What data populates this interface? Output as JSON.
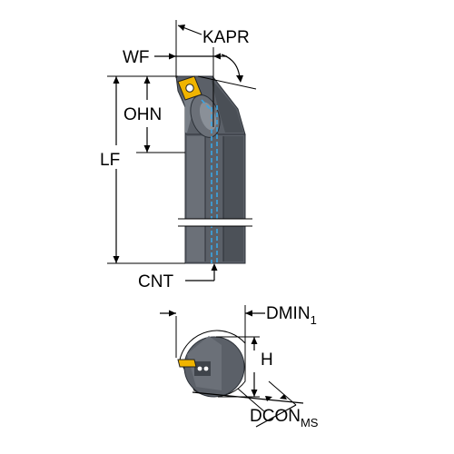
{
  "labels": {
    "wf": "WF",
    "kapr": "KAPR",
    "ohn": "OHN",
    "lf": "LF",
    "cnt": "CNT",
    "dmin": "DMIN",
    "dmin_sub": "1",
    "h": "H",
    "dcon": "DCON",
    "dcon_sub": "MS"
  },
  "colors": {
    "tool_body": "#5b6068",
    "tool_dark": "#3f444b",
    "tool_light": "#8a9098",
    "insert": "#f0b400",
    "coolant": "#3aa6e6",
    "dimension": "#000000"
  },
  "icons": {
    "insert": "rhombic-insert",
    "screw": "clamp-screw-icon"
  }
}
